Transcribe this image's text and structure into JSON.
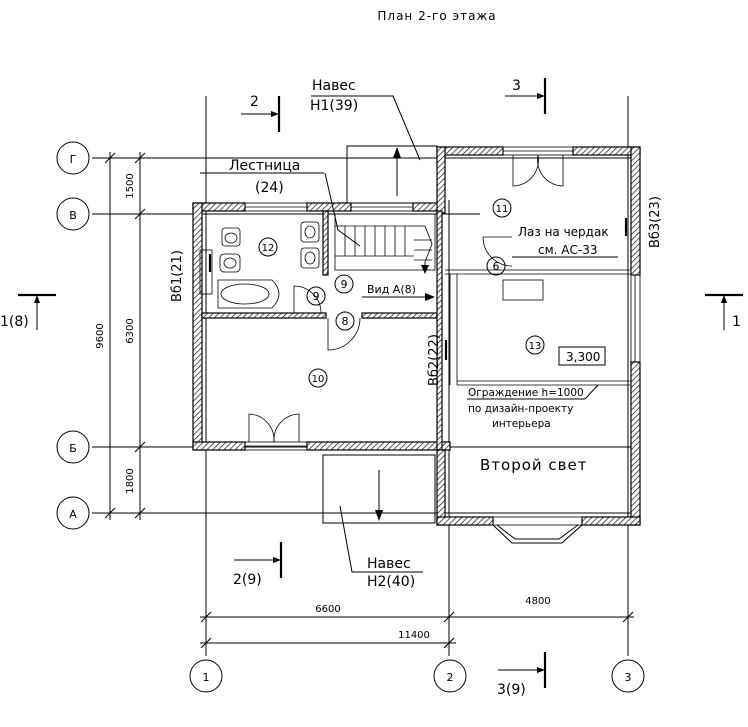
{
  "title": "План 2-го этажа",
  "axes": {
    "rows": [
      "Г",
      "В",
      "Б",
      "А"
    ],
    "cols": [
      "1",
      "2",
      "3"
    ]
  },
  "dimensions": {
    "left_outer": "9600",
    "left_inner_top": "1500",
    "left_inner_mid": "6300",
    "left_inner_bottom": "1800",
    "bottom_left": "6600",
    "bottom_right": "4800",
    "bottom_total": "11400"
  },
  "section_marks": {
    "top_left": "2",
    "top_right": "3",
    "bottom_left": "2(9)",
    "bottom_right": "3(9)",
    "left": "1(8)",
    "right": "1"
  },
  "callouts": {
    "canopy_top_title": "Навес",
    "canopy_top_code": "Н1(39)",
    "stairs_title": "Лестница",
    "stairs_code": "(24)",
    "attic_hatch_line1": "Лаз на чердак",
    "attic_hatch_line2": "см. АС-33",
    "view_a": "Вид А(8)",
    "railing_line1": "Ограждение h=1000",
    "railing_line2": "по дизайн-проекту",
    "railing_line3": "интерьера",
    "second_light": "Второй свет",
    "canopy_bottom_title": "Навес",
    "canopy_bottom_code": "Н2(40)",
    "level": "3,300"
  },
  "wall_views": {
    "vb1": "Вб1(21)",
    "vb2": "Вб2(22)",
    "vb3": "Вб3(23)"
  },
  "rooms": [
    "6",
    "8",
    "9",
    "9",
    "10",
    "11",
    "12",
    "13"
  ]
}
